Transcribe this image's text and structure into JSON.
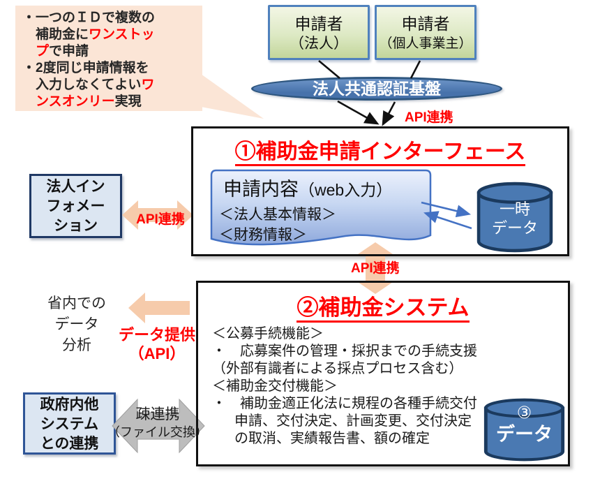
{
  "note": {
    "lines": [
      {
        "segments": [
          {
            "text": "・一つのＩＤで複数の",
            "red": false
          }
        ]
      },
      {
        "segments": [
          {
            "text": "補助金に",
            "red": false
          },
          {
            "text": "ワンストッ",
            "red": true
          }
        ]
      },
      {
        "segments": [
          {
            "text": "プ",
            "red": true
          },
          {
            "text": "で申請",
            "red": false
          }
        ]
      },
      {
        "segments": [
          {
            "text": "・2度同じ申請情報を",
            "red": false
          }
        ]
      },
      {
        "segments": [
          {
            "text": "入力しなくてよい",
            "red": false
          },
          {
            "text": "ワ",
            "red": true
          }
        ]
      },
      {
        "segments": [
          {
            "text": "ンスオンリー",
            "red": true
          },
          {
            "text": "実現",
            "red": false
          }
        ]
      }
    ]
  },
  "applicants": {
    "corporate": {
      "line1": "申請者",
      "line2": "（法人）"
    },
    "individual": {
      "line1": "申請者",
      "line2": "（個人事業主）"
    }
  },
  "auth_platform": {
    "label": "法人共通認証基盤"
  },
  "api_labels": {
    "top": "API連携",
    "left": "API連携",
    "middle": "API連携"
  },
  "box1": {
    "title": "①補助金申請インターフェース",
    "document": {
      "title_main": "申請内容",
      "title_sub": "（web入力）",
      "lines": [
        "＜法人基本情報＞",
        "＜財務情報＞"
      ]
    },
    "temp_db": {
      "line1": "一時",
      "line2": "データ"
    }
  },
  "fojin_box": {
    "lines": [
      "法人イン",
      "フォメー",
      "ション"
    ]
  },
  "box2": {
    "title": "②補助金システム",
    "lines": [
      "＜公募手続機能＞",
      "・　応募案件の管理・採択までの手続支援",
      "（外部有識者による採点プロセス含む）",
      "＜補助金交付機能＞",
      "・　補助金適正化法に規程の各種手続交付",
      "申請、交付決定、計画変更、交付決定",
      "の取消、実績報告書、額の確定"
    ],
    "db": {
      "number": "③",
      "label": "データ"
    }
  },
  "analysis_text": {
    "lines": [
      "省内での",
      "データ",
      "分析"
    ]
  },
  "data_provision": {
    "lines": [
      "データ提供",
      "（API）"
    ]
  },
  "gov_box": {
    "lines": [
      "政府内他",
      "システム",
      "との連携"
    ]
  },
  "loose_link": {
    "lines": [
      "疎連携",
      "（ファイル交換）"
    ]
  },
  "colors": {
    "red_accent": "#ff0000",
    "note_bg": "#fbe5d6",
    "peach_arrow": "#f6cbab",
    "gray_arrow": "#bdbdbd",
    "green_box_border": "#4f81bd",
    "ellipse_fill": "#4d7bb5",
    "cylinder_fill": "#4a79b2",
    "cylinder_border": "#1b3a5e",
    "light_blue_box_bg": "#dce6f2",
    "blue_arrow": "#4472c4"
  }
}
